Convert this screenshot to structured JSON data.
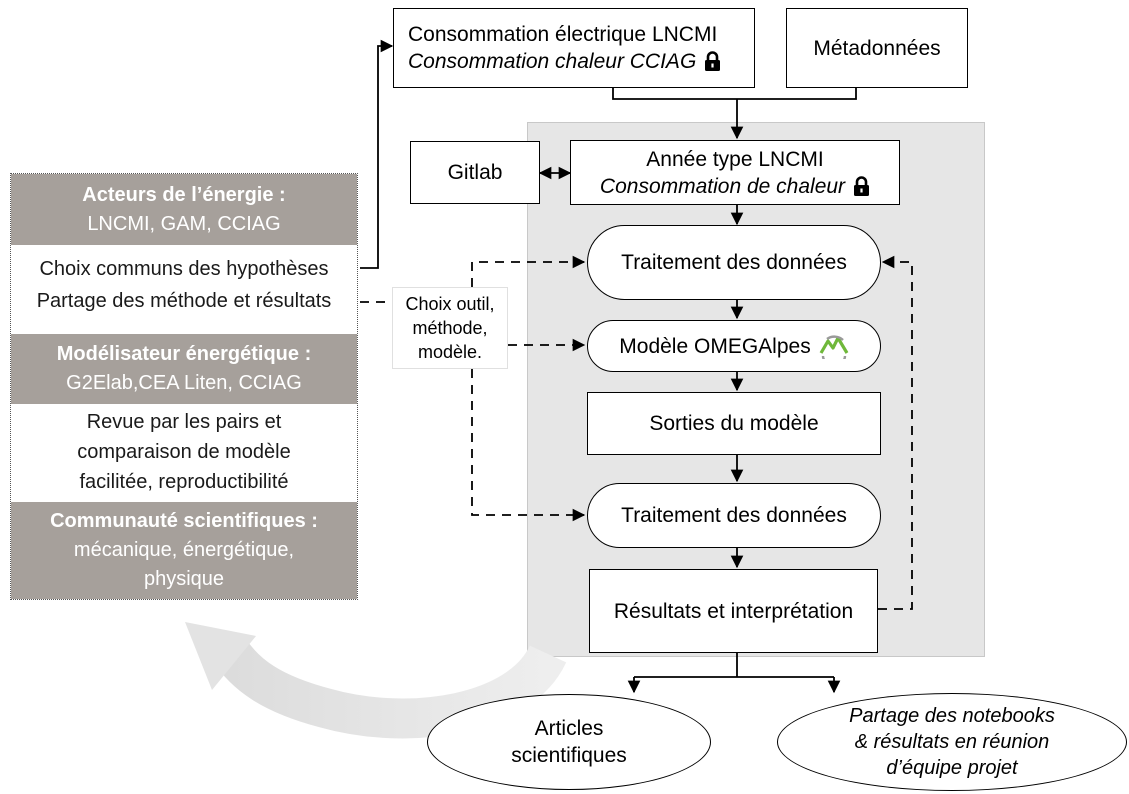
{
  "top": {
    "conso_line1": "Consommation électrique LNCMI",
    "conso_line2": "Consommation chaleur CCIAG",
    "metadata": "Métadonnées"
  },
  "pipeline": {
    "gitlab": "Gitlab",
    "annee_line1": "Année type LNCMI",
    "annee_line2": "Consommation de chaleur",
    "traitement1": "Traitement des données",
    "omegalpes": "Modèle OMEGAlpes",
    "sorties": "Sorties du modèle",
    "traitement2": "Traitement des données",
    "resultats": "Résultats et interprétation"
  },
  "outputs": {
    "articles_line1": "Articles",
    "articles_line2": "scientifiques",
    "partage_line1": "Partage des notebooks",
    "partage_line2": "& résultats en réunion",
    "partage_line3": "d’équipe projet"
  },
  "stakeholders": {
    "acteurs_title": "Acteurs de l’énergie :",
    "acteurs_members": "LNCMI, GAM, CCIAG",
    "acteurs_role1": "Choix communs des hypothèses",
    "acteurs_role2": "Partage des méthode et résultats",
    "modelisateur_title": "Modélisateur énergétique :",
    "modelisateur_members": "G2Elab,CEA Liten, CCIAG",
    "modelisateur_role1": "Revue par les pairs et",
    "modelisateur_role2": "comparaison de modèle",
    "modelisateur_role3": "facilitée, reproductibilité",
    "communaute_title": "Communauté scientifiques :",
    "communaute_members1": "mécanique, énergétique,",
    "communaute_members2": "physique"
  },
  "note": {
    "line1": "Choix outil,",
    "line2": "méthode,",
    "line3": "modèle."
  },
  "icons": {
    "lock": "lock-icon",
    "omegalpes_logo": "omegalpes-logo-icon",
    "feedback_arrow": "curved-feedback-arrow"
  },
  "colors": {
    "panel_gray": "#e6e6e6",
    "header_gray": "#a6a09b",
    "logo_green": "#6fb83a"
  }
}
